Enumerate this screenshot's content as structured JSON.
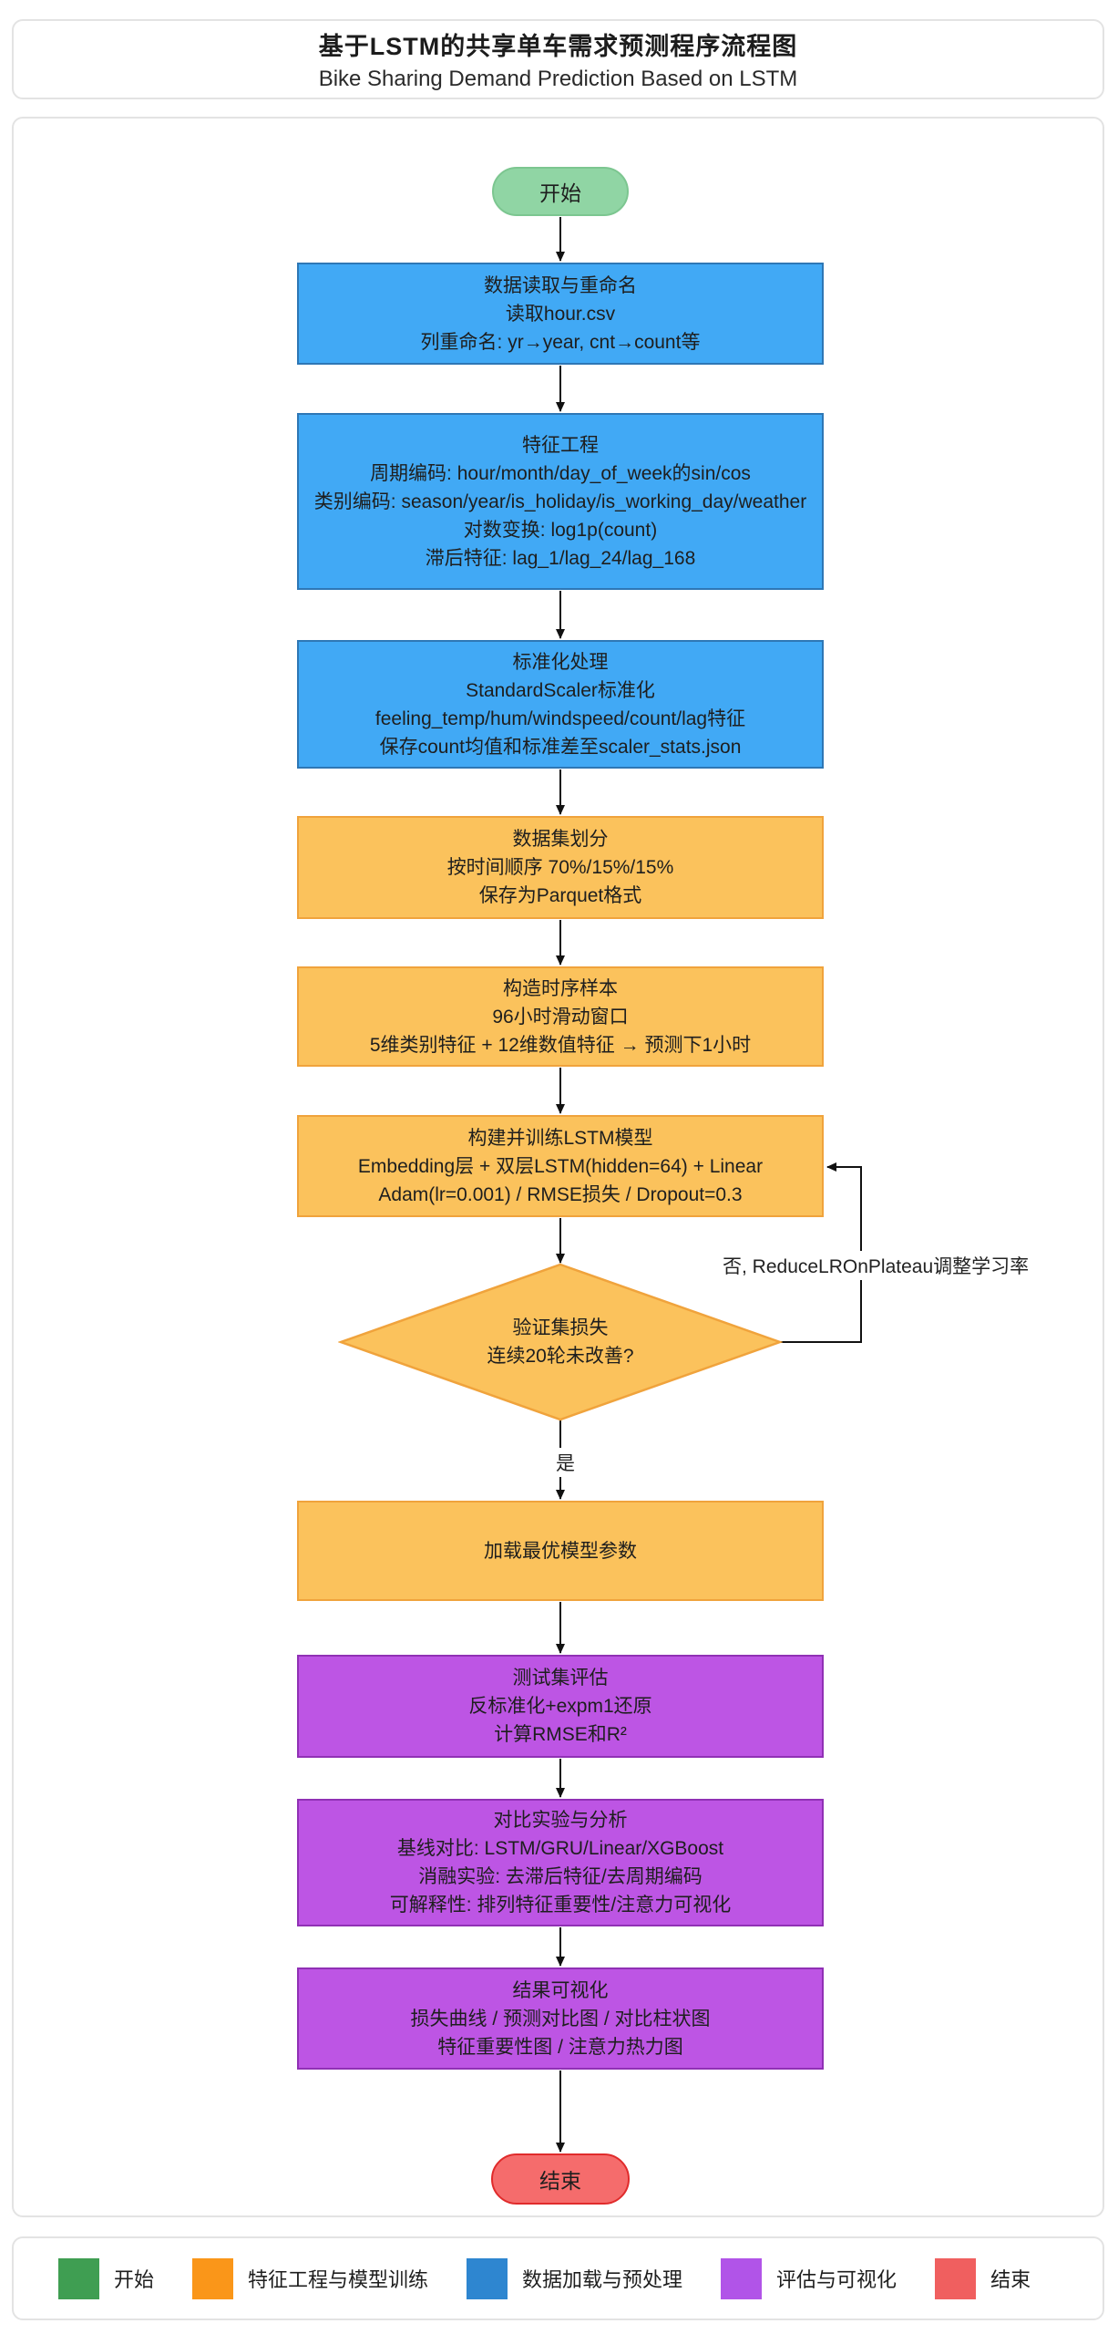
{
  "title": {
    "zh": "基于LSTM的共享单车需求预测程序流程图",
    "en": "Bike Sharing Demand Prediction Based on LSTM"
  },
  "flowchart": {
    "start_label": "开始",
    "end_label": "结束",
    "nodes": [
      {
        "id": "data-read",
        "category": "blue",
        "lines": [
          "数据读取与重命名",
          "读取hour.csv",
          "列重命名: yr→year, cnt→count等"
        ]
      },
      {
        "id": "feature-engineering",
        "category": "blue",
        "lines": [
          "特征工程",
          "周期编码: hour/month/day_of_week的sin/cos",
          "类别编码: season/year/is_holiday/is_working_day/weather",
          "对数变换: log1p(count)",
          "滞后特征: lag_1/lag_24/lag_168"
        ]
      },
      {
        "id": "standardize",
        "category": "blue",
        "lines": [
          "标准化处理",
          "StandardScaler标准化",
          "feeling_temp/hum/windspeed/count/lag特征",
          "保存count均值和标准差至scaler_stats.json"
        ]
      },
      {
        "id": "dataset-split",
        "category": "orange",
        "lines": [
          "数据集划分",
          "按时间顺序 70%/15%/15%",
          "保存为Parquet格式"
        ]
      },
      {
        "id": "sequence-samples",
        "category": "orange",
        "lines": [
          "构造时序样本",
          "96小时滑动窗口",
          "5维类别特征 + 12维数值特征 → 预测下1小时"
        ]
      },
      {
        "id": "train-lstm",
        "category": "orange",
        "lines": [
          "构建并训练LSTM模型",
          "Embedding层 + 双层LSTM(hidden=64) + Linear",
          "Adam(lr=0.001) / RMSE损失 / Dropout=0.3"
        ]
      },
      {
        "id": "load-best-model",
        "category": "orange",
        "lines": [
          "加载最优模型参数"
        ]
      },
      {
        "id": "test-evaluation",
        "category": "purple",
        "lines": [
          "测试集评估",
          "反标准化+expm1还原",
          "计算RMSE和R²"
        ]
      },
      {
        "id": "comparison-analysis",
        "category": "purple",
        "lines": [
          "对比实验与分析",
          "基线对比: LSTM/GRU/Linear/XGBoost",
          "消融实验: 去滞后特征/去周期编码",
          "可解释性: 排列特征重要性/注意力可视化"
        ]
      },
      {
        "id": "result-visualization",
        "category": "purple",
        "lines": [
          "结果可视化",
          "损失曲线 / 预测对比图 / 对比柱状图",
          "特征重要性图 / 注意力热力图"
        ]
      }
    ],
    "decision": {
      "lines": [
        "验证集损失",
        "连续20轮未改善?"
      ]
    },
    "edge_labels": {
      "yes": "是",
      "no": "否, ReduceLROnPlateau调整学习率"
    }
  },
  "legend": [
    {
      "label": "开始",
      "color": "#3F9E52"
    },
    {
      "label": "特征工程与模型训练",
      "color": "#FA9619"
    },
    {
      "label": "数据加载与预处理",
      "color": "#2E86D0"
    },
    {
      "label": "评估与可视化",
      "color": "#B154E8"
    },
    {
      "label": "结束",
      "color": "#F05F5F"
    }
  ],
  "colors": {
    "green": {
      "fill": "#90D5A4",
      "stroke": "#7CC690"
    },
    "blue": {
      "fill": "#41A9F5",
      "stroke": "#2E77B5"
    },
    "orange": {
      "fill": "#FBC25C",
      "stroke": "#F0A33C"
    },
    "purple": {
      "fill": "#BD55E4",
      "stroke": "#9031B5"
    },
    "red": {
      "fill": "#F56C6C",
      "stroke": "#E02B2B"
    },
    "edge": "#111111",
    "card_border": "#E3E3E3"
  }
}
